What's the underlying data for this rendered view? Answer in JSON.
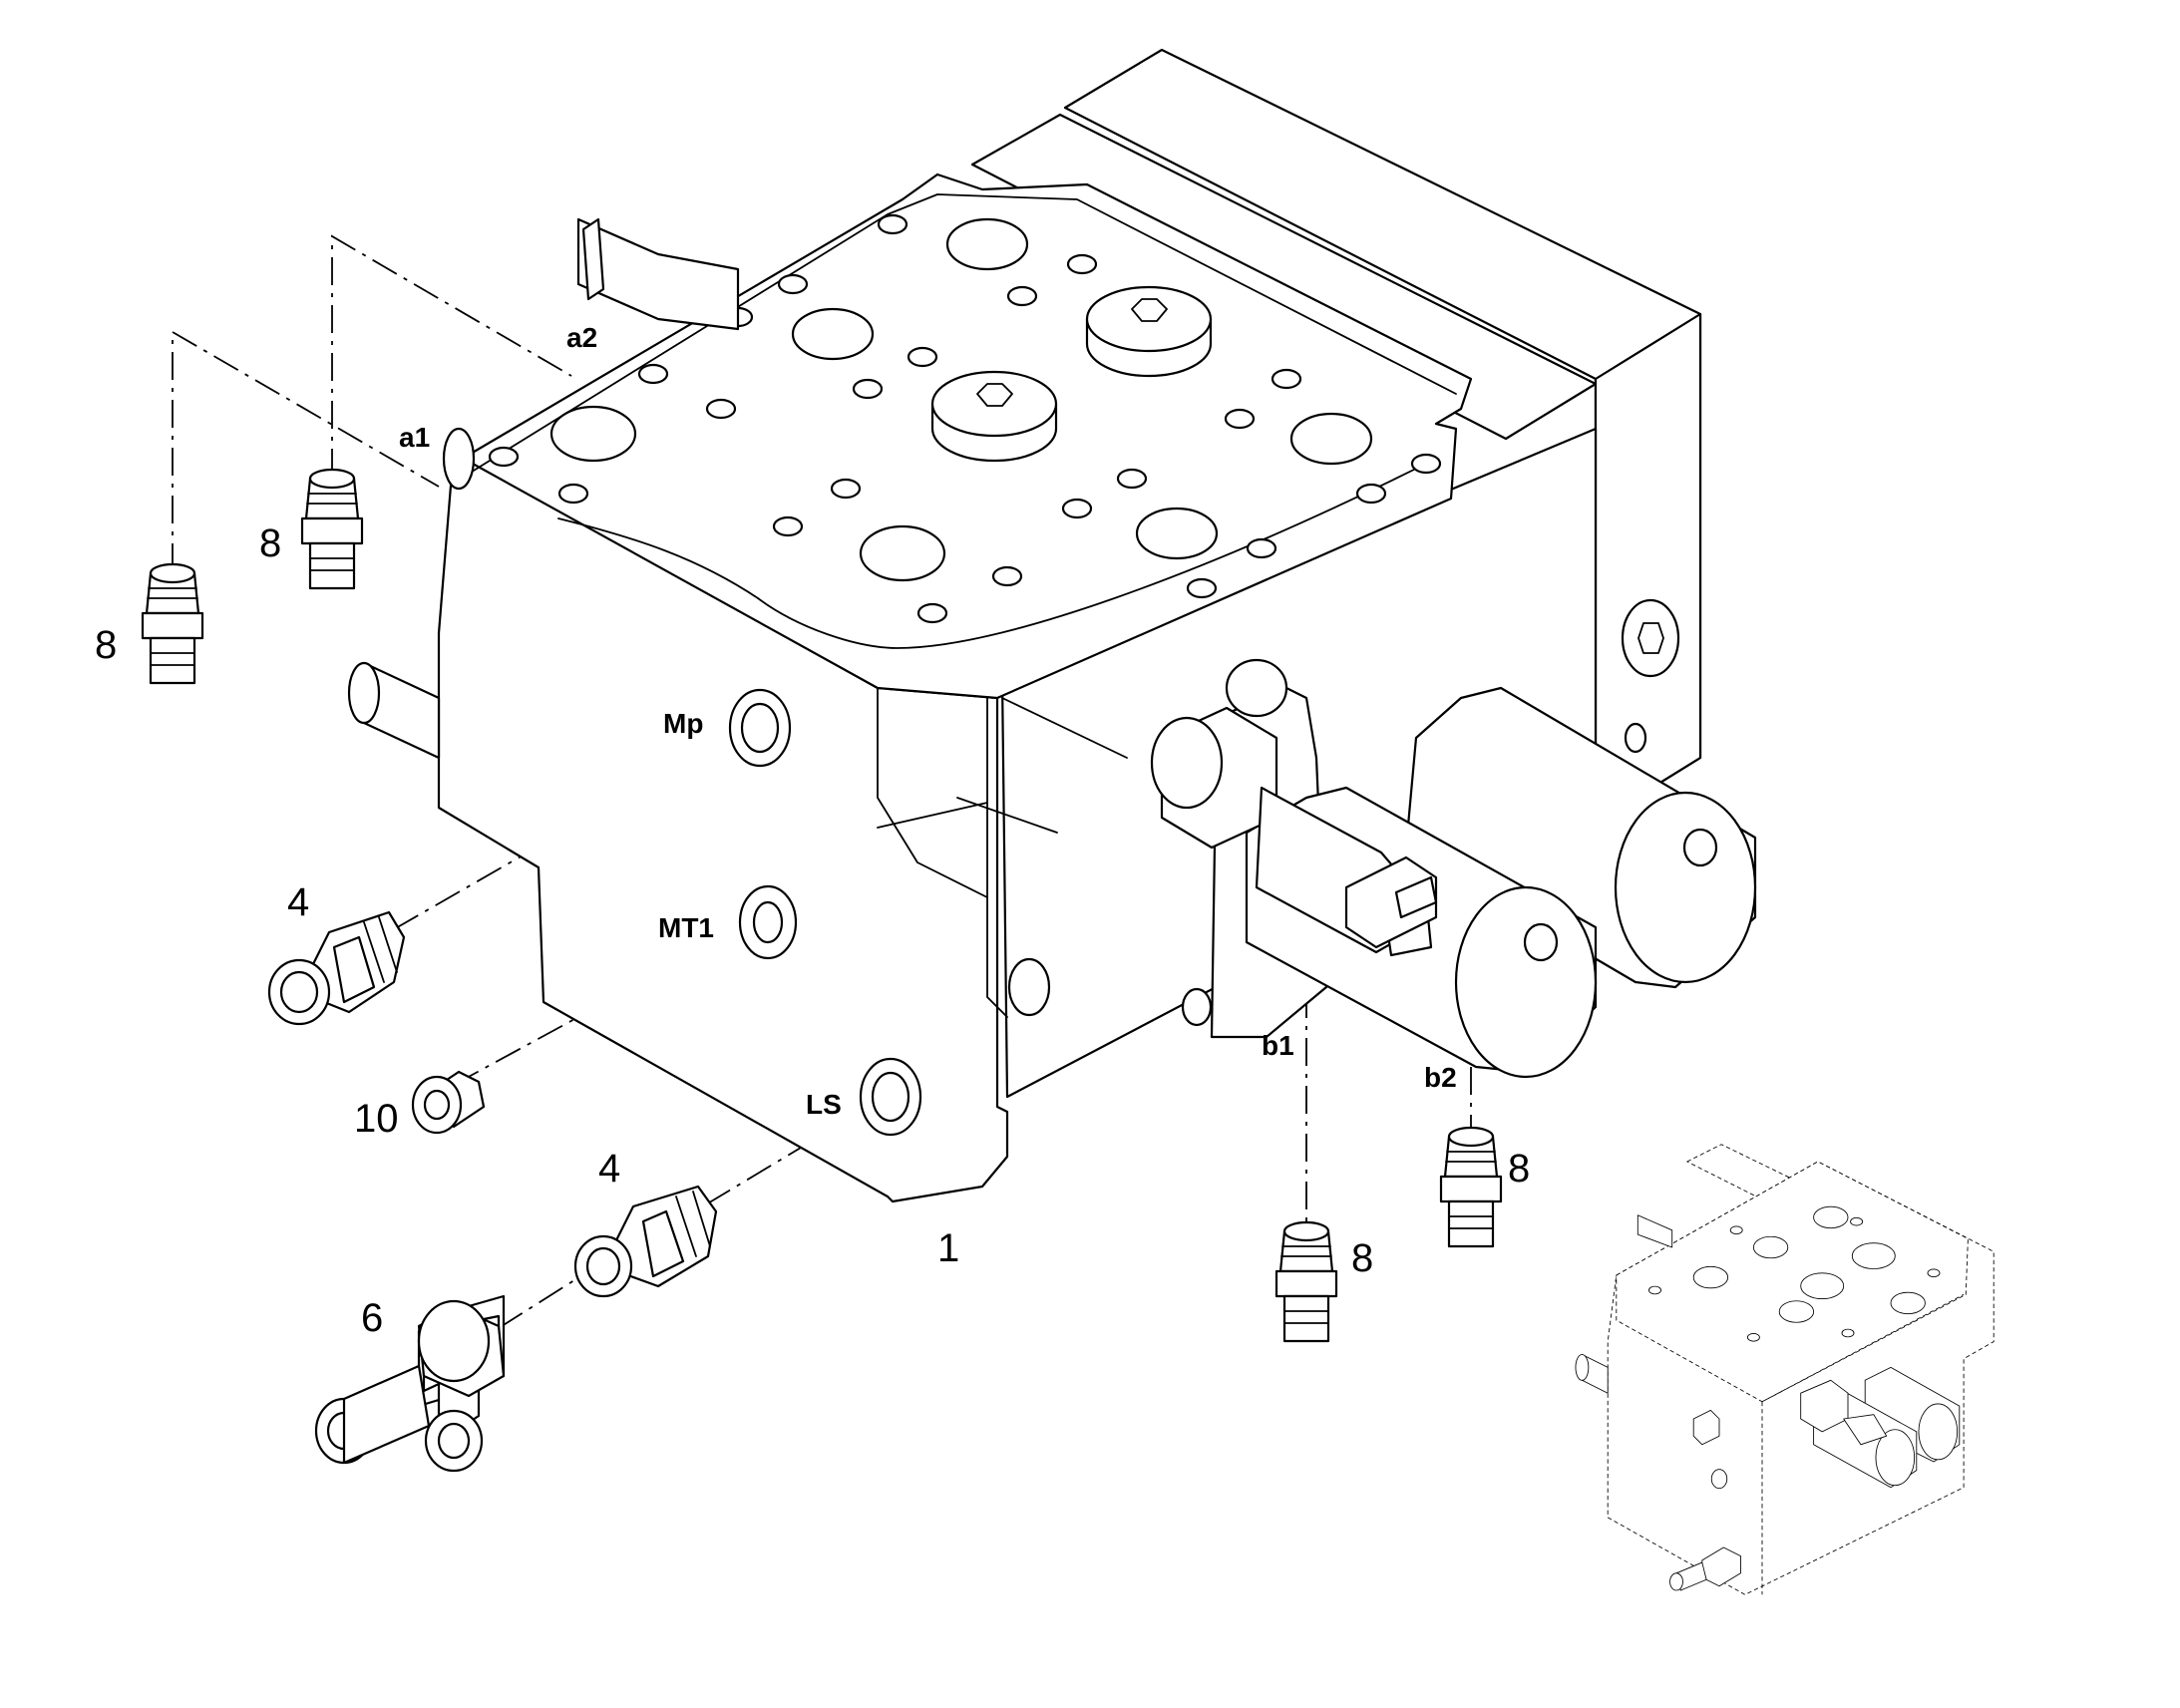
{
  "port_labels": {
    "a1": "a1",
    "a2": "a2",
    "mp": "Mp",
    "mt1": "MT1",
    "ls": "LS",
    "b1": "b1",
    "b2": "b2"
  },
  "part_labels": {
    "body": "1",
    "fitting_a1": "8",
    "fitting_a2": "8",
    "fitting_mp": "4",
    "plug_mt1": "10",
    "fitting_ls": "4",
    "tee_ls": "6",
    "fitting_b1": "8",
    "fitting_b2": "8"
  },
  "colors": {
    "ink": "#000000",
    "paper": "#ffffff"
  }
}
